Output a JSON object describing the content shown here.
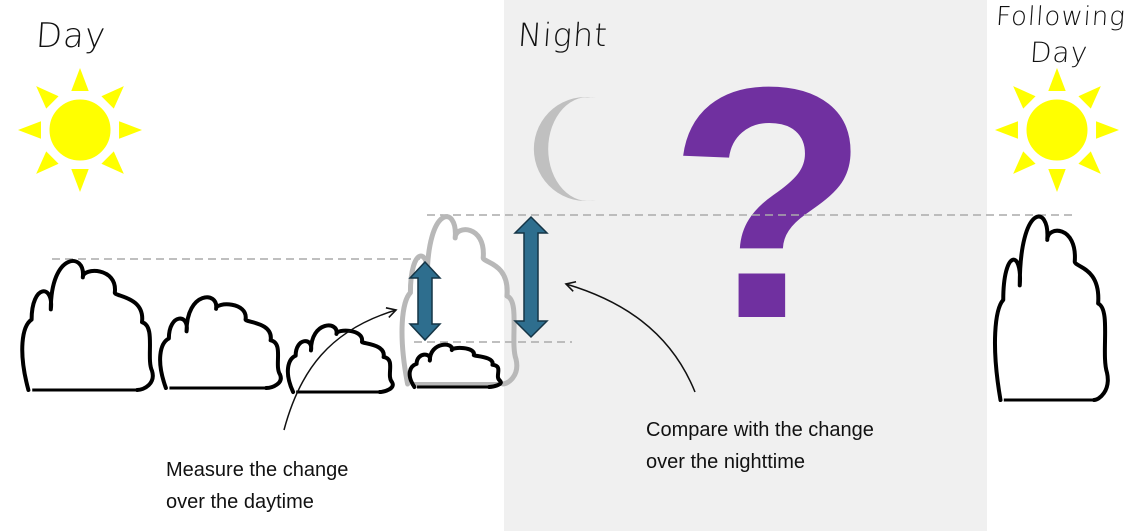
{
  "labels": {
    "day": "Day",
    "night": "Night",
    "following_day_line1": "Following",
    "following_day_line2": "Day"
  },
  "captions": {
    "measure_line1": "Measure the change",
    "measure_line2": "over the daytime",
    "compare_line1": "Compare with the change",
    "compare_line2": "over the nighttime"
  },
  "question_symbol": "?",
  "colors": {
    "night_background": "#f0f0f0",
    "sun": "#ffff00",
    "moon": "#c0c0c0",
    "question": "#7030a0",
    "arrow_fill": "#2e6e8e",
    "arrow_stroke": "#153546",
    "ghost_plant": "#b8b8b8"
  }
}
